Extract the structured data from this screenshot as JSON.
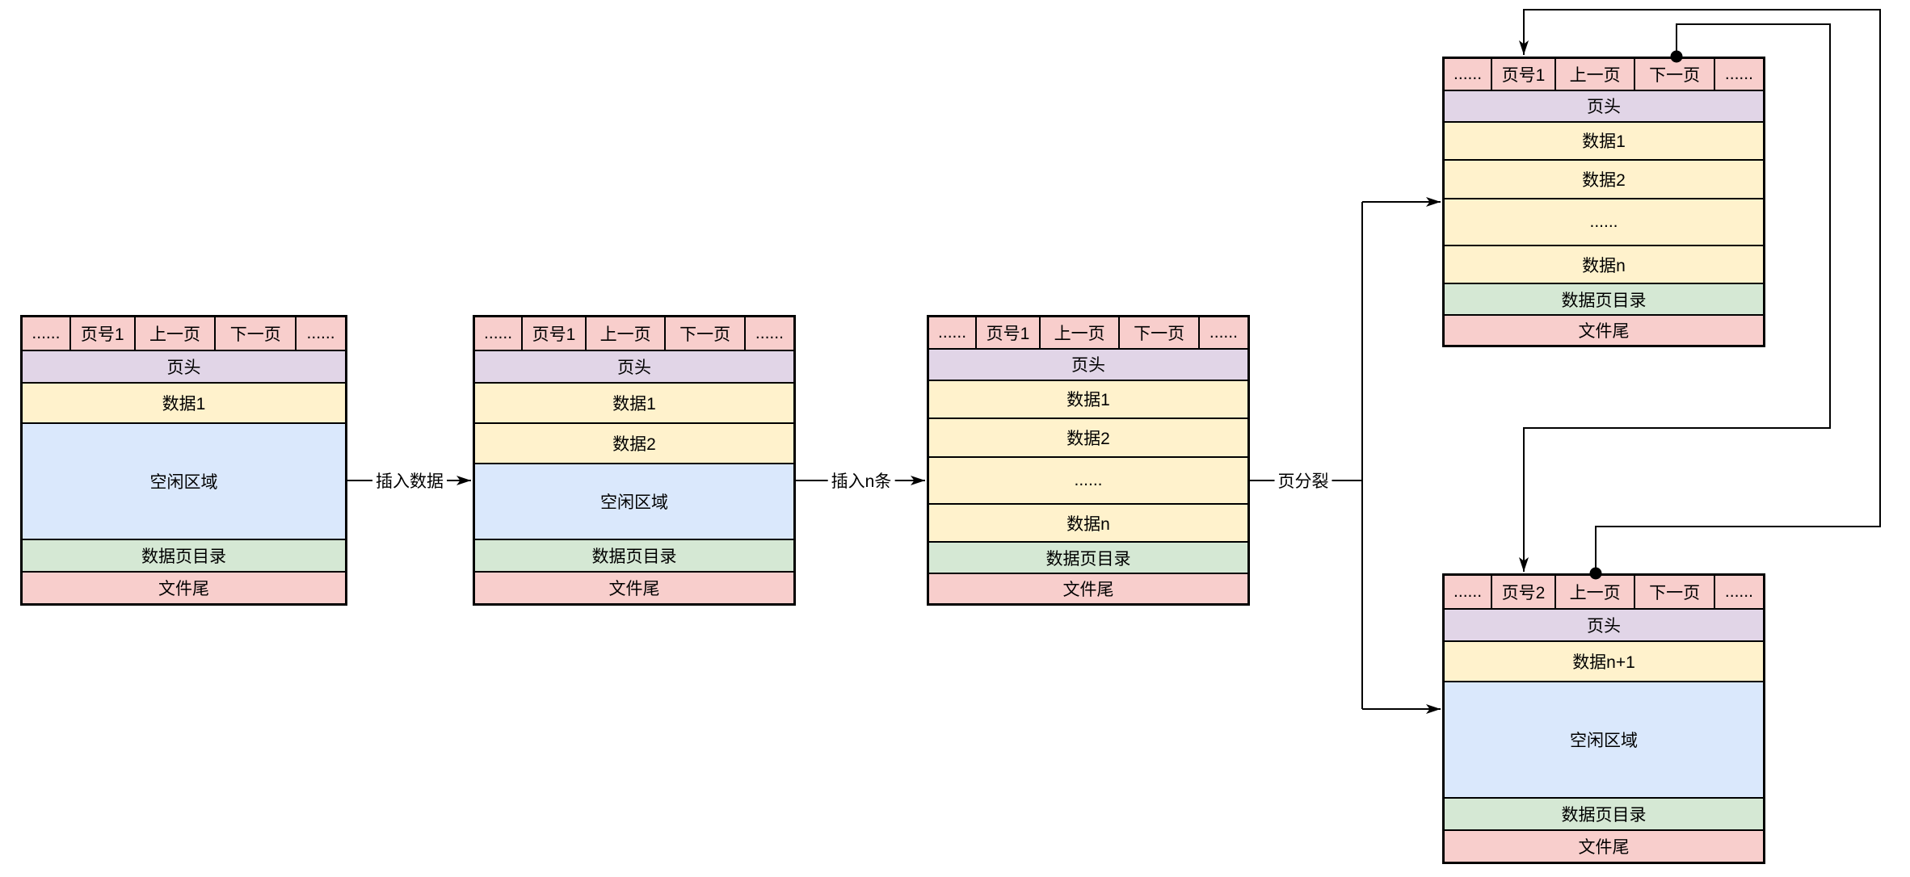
{
  "palette": {
    "cell_pink": "#f8cecc",
    "cell_purple": "#e1d5e7",
    "cell_yellow": "#fff2cc",
    "cell_blue": "#dae8fc",
    "cell_green": "#d5e8d4",
    "stroke": "#000000",
    "background": "#ffffff"
  },
  "edges": {
    "insert_data": "插入数据",
    "insert_n": "插入n条",
    "page_split": "页分裂"
  },
  "pages": {
    "p1": {
      "header": [
        "......",
        "页号1",
        "上一页",
        "下一页",
        "......"
      ],
      "rows": [
        "页头",
        "数据1",
        "空闲区域",
        "数据页目录",
        "文件尾"
      ]
    },
    "p2": {
      "header": [
        "......",
        "页号1",
        "上一页",
        "下一页",
        "......"
      ],
      "rows": [
        "页头",
        "数据1",
        "数据2",
        "空闲区域",
        "数据页目录",
        "文件尾"
      ]
    },
    "p3": {
      "header": [
        "......",
        "页号1",
        "上一页",
        "下一页",
        "......"
      ],
      "rows": [
        "页头",
        "数据1",
        "数据2",
        "......",
        "数据n",
        "数据页目录",
        "文件尾"
      ]
    },
    "p4": {
      "header": [
        "......",
        "页号1",
        "上一页",
        "下一页",
        "......"
      ],
      "rows": [
        "页头",
        "数据1",
        "数据2",
        "......",
        "数据n",
        "数据页目录",
        "文件尾"
      ]
    },
    "p5": {
      "header": [
        "......",
        "页号2",
        "上一页",
        "下一页",
        "......"
      ],
      "rows": [
        "页头",
        "数据n+1",
        "空闲区域",
        "数据页目录",
        "文件尾"
      ]
    }
  }
}
